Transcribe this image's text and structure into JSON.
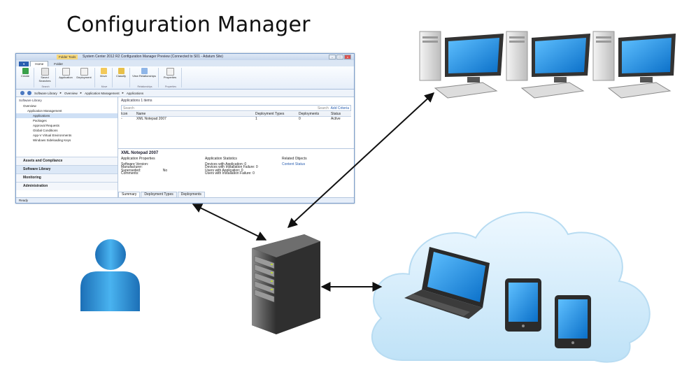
{
  "title": "Configuration Manager",
  "console": {
    "context_tab": "Folder Tools",
    "window_title": "System Center 2012 R2 Configuration Manager Preview (Connected to S01 - Adatum Site)",
    "window_buttons": [
      "–",
      "□",
      "x"
    ],
    "tabs": [
      "Home",
      "Folder"
    ],
    "ribbon": [
      {
        "group": "",
        "buttons": [
          "Create"
        ]
      },
      {
        "group": "Search",
        "buttons": [
          "Saved Searches"
        ]
      },
      {
        "group": "",
        "buttons": [
          "Application",
          "Deployment"
        ]
      },
      {
        "group": "Move",
        "buttons": [
          "Move"
        ]
      },
      {
        "group": "Classify",
        "buttons": [
          "Classify"
        ]
      },
      {
        "group": "Relationships",
        "buttons": [
          "View Relationships"
        ]
      },
      {
        "group": "Properties",
        "buttons": [
          "Properties"
        ]
      }
    ],
    "breadcrumb": [
      "Software Library",
      "Overview",
      "Application Management",
      "Applications"
    ],
    "sidebar": {
      "header": "Software Library",
      "tree": [
        "Overview",
        "Application Management",
        "Applications",
        "Packages",
        "Approval Requests",
        "Global Conditions",
        "App-V Virtual Environments",
        "Windows Sideloading Keys"
      ],
      "workspaces": [
        "Assets and Compliance",
        "Software Library",
        "Monitoring",
        "Administration"
      ]
    },
    "list": {
      "header": "Applications 1 items",
      "search_placeholder": "Search",
      "search_button": "Search",
      "add_criteria": "Add Criteria",
      "columns": [
        "Icon",
        "Name",
        "Deployment Types",
        "Deployments",
        "Status"
      ],
      "rows": [
        [
          "",
          "XML Notepad 2007",
          "1",
          "0",
          "Active"
        ]
      ]
    },
    "detail": {
      "title": "XML Notepad 2007",
      "col1_title": "Application Properties",
      "col1": [
        "Software Version:",
        "Manufacturer:",
        "Superseded:",
        "Comments:"
      ],
      "superseded_value": "No",
      "col2_title": "Application Statistics",
      "col2": [
        "Devices with Application:",
        "Devices with Installation Failure:",
        "Users with Application:",
        "Users with Installation Failure:"
      ],
      "col2_values": [
        "0",
        "0",
        "0",
        "0"
      ],
      "col3_title": "Related Objects",
      "col3_link": "Content Status",
      "tabs": [
        "Summary",
        "Deployment Types",
        "Deployments"
      ]
    },
    "status": "Ready"
  },
  "colors": {
    "arrow": "#111111",
    "cloud_fill": "#d6ecf9",
    "monitor_screen": "#1d8fe0",
    "user_icon": "#2a8fd8",
    "server_body": "#4a4a4a"
  }
}
